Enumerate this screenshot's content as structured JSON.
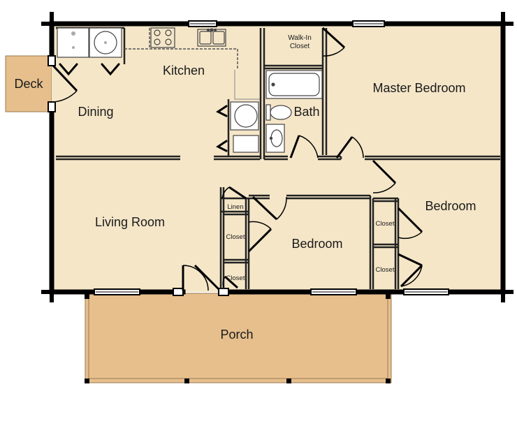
{
  "colors": {
    "floor": "#f5e6c8",
    "porch": "#e6bf8d",
    "wall": "#000000",
    "fixture_line": "#444444",
    "background": "#ffffff"
  },
  "rooms": {
    "deck": "Deck",
    "kitchen": "Kitchen",
    "dining": "Dining",
    "walk_in_closet_line1": "Walk-In",
    "walk_in_closet_line2": "Closet",
    "master_bedroom": "Master Bedroom",
    "bath": "Bath",
    "living_room": "Living Room",
    "linen": "Linen",
    "closet_hall_upper": "Closet",
    "closet_hall_lower": "Closet",
    "bedroom_center": "Bedroom",
    "closet_right_upper": "Closet",
    "closet_right_lower": "Closet",
    "bedroom_right": "Bedroom",
    "porch": "Porch"
  },
  "icons": [
    "door-swing-icon",
    "window-icon",
    "range-icon",
    "sink-icon",
    "toilet-icon",
    "bathtub-icon",
    "washer-icon",
    "dryer-icon",
    "water-heater-icon",
    "post-icon"
  ]
}
